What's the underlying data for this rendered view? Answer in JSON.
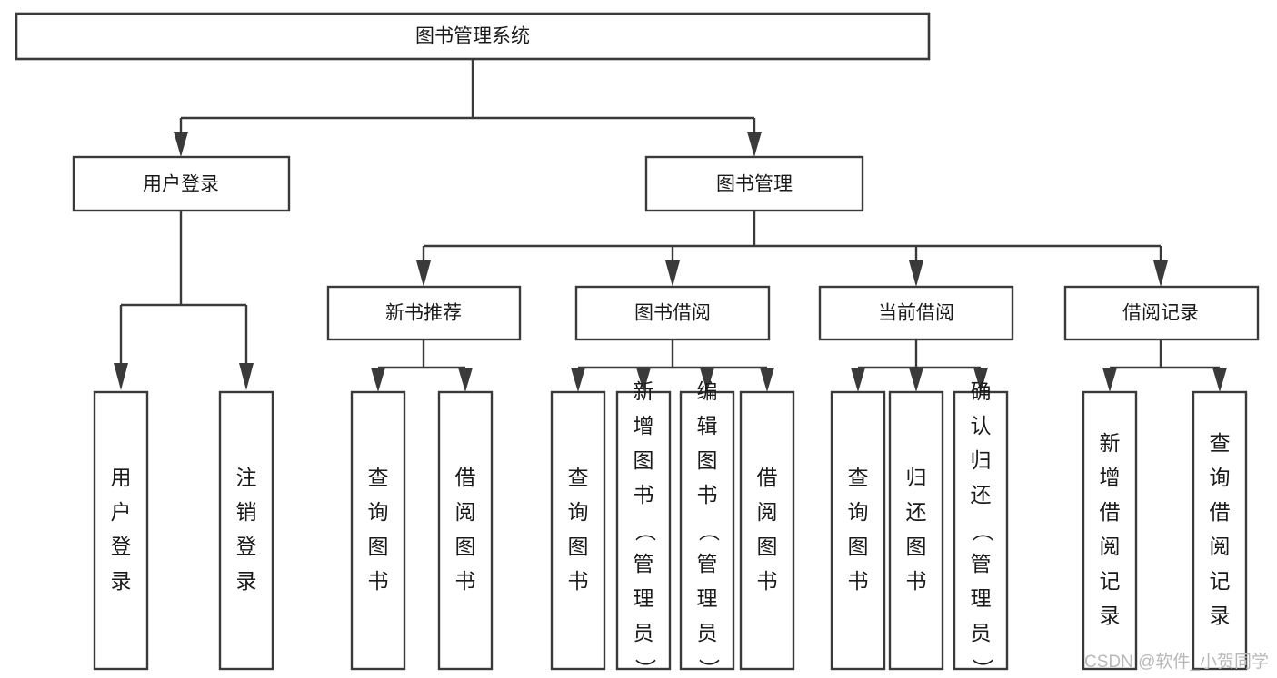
{
  "diagram": {
    "title": "图书管理系统",
    "type": "tree-hierarchy-chart",
    "orientation": "top-down",
    "watermark": "CSDN @软件_小贺同学",
    "colors": {
      "box_stroke": "#3a3a3a",
      "box_fill": "#ffffff",
      "connector": "#3a3a3a",
      "text": "#1a1a1a",
      "background": "#ffffff",
      "watermark": "#b9b9b9"
    },
    "levels": {
      "root": "图书管理系统",
      "level2": [
        "用户登录",
        "图书管理"
      ],
      "level3": [
        "新书推荐",
        "图书借阅",
        "当前借阅",
        "借阅记录"
      ]
    },
    "nodes": {
      "root": {
        "label": "图书管理系统"
      },
      "user_login": {
        "label": "用户登录"
      },
      "book_manage": {
        "label": "图书管理"
      },
      "new_book_rec": {
        "label": "新书推荐"
      },
      "book_borrow": {
        "label": "图书借阅"
      },
      "current_borrow": {
        "label": "当前借阅"
      },
      "borrow_record": {
        "label": "借阅记录"
      },
      "leaf_1": {
        "label": "用户登录"
      },
      "leaf_2": {
        "label": "注销登录"
      },
      "leaf_3": {
        "label": "查询图书"
      },
      "leaf_4": {
        "label": "借阅图书"
      },
      "leaf_5": {
        "label": "查询图书"
      },
      "leaf_6": {
        "label": "新增图书（管理员）"
      },
      "leaf_7": {
        "label": "编辑图书（管理员）"
      },
      "leaf_8": {
        "label": "借阅图书"
      },
      "leaf_9": {
        "label": "查询图书"
      },
      "leaf_10": {
        "label": "归还图书"
      },
      "leaf_11": {
        "label": "确认归还（管理员）"
      },
      "leaf_12": {
        "label": "新增借阅记录"
      },
      "leaf_13": {
        "label": "查询借阅记录"
      }
    }
  }
}
